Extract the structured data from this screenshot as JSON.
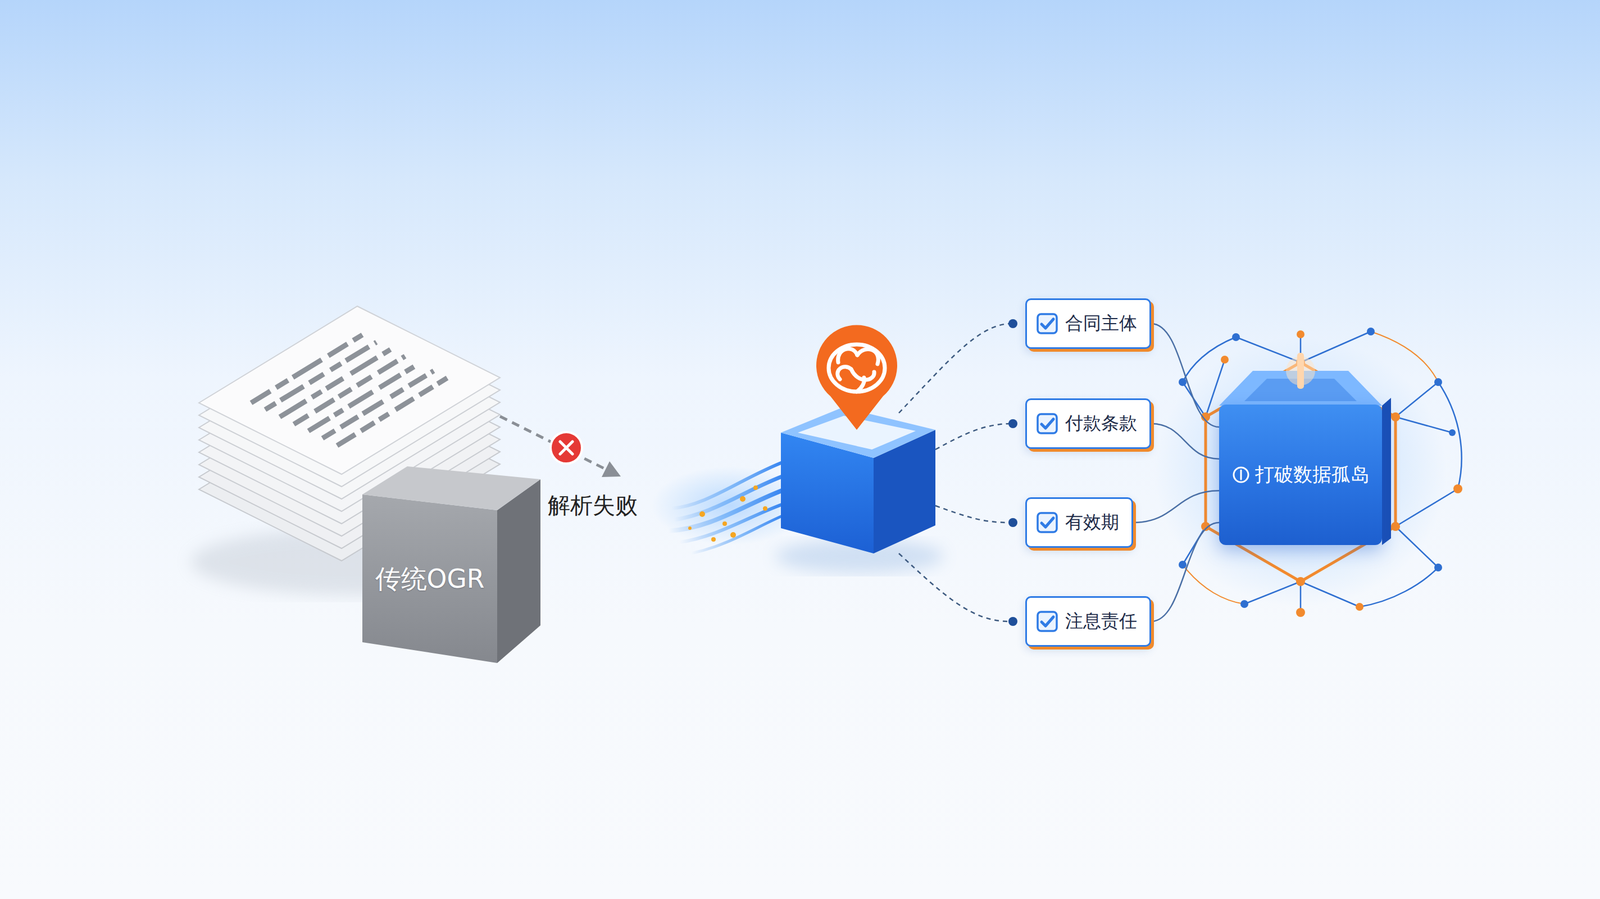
{
  "diagram": {
    "nodes": [
      {
        "text": [
          "传统OGR"
        ]
      },
      {
        "text": [
          "合同主体"
        ]
      },
      {
        "text": [
          "付款条款"
        ]
      },
      {
        "text": [
          "有效期"
        ]
      },
      {
        "text": [
          "注息责任"
        ]
      },
      {
        "text": [
          "打破数据孤岛"
        ]
      }
    ],
    "edges": [
      {
        "from": 1,
        "to": 5,
        "arrow": "none"
      },
      {
        "from": 2,
        "to": 5,
        "arrow": "none"
      },
      {
        "from": 3,
        "to": 5,
        "arrow": "none"
      },
      {
        "from": 4,
        "to": 5,
        "arrow": "none"
      }
    ],
    "labels": [
      "解析失败"
    ]
  }
}
